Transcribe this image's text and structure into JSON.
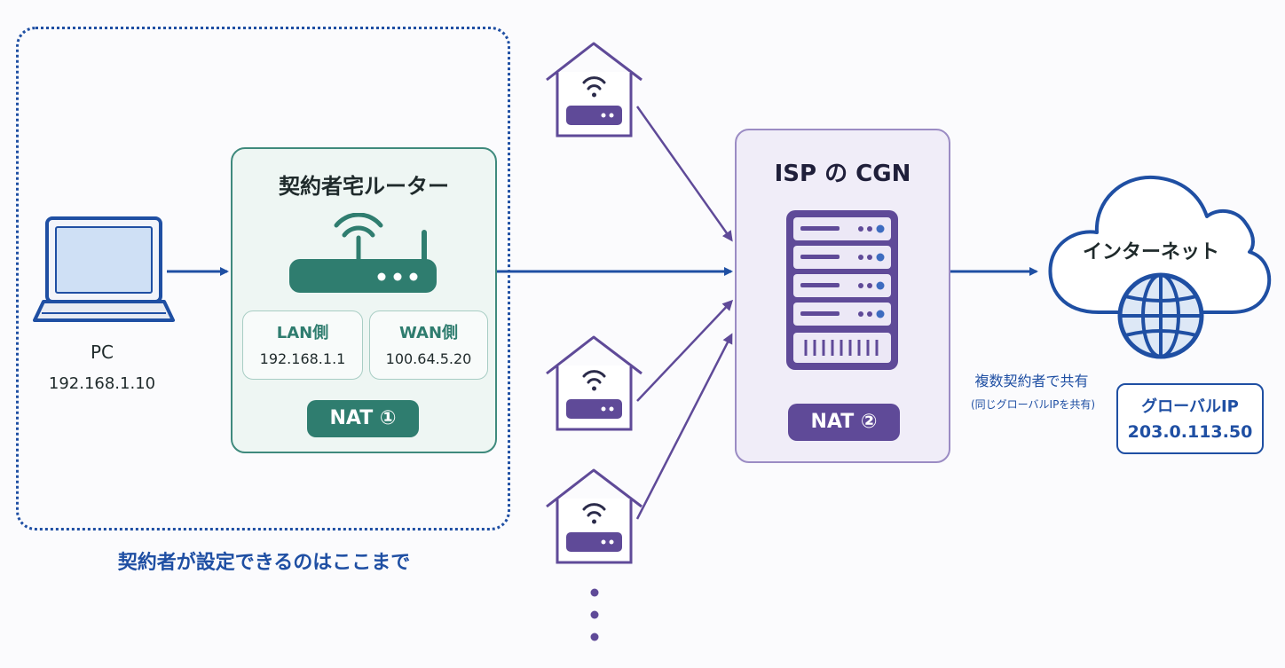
{
  "zone": {
    "label": "契約者が設定できるのはここまで"
  },
  "pc": {
    "label": "PC",
    "ip": "192.168.1.10"
  },
  "router": {
    "title": "契約者宅ルーター",
    "lan": {
      "title": "LAN側",
      "ip": "192.168.1.1"
    },
    "wan": {
      "title": "WAN側",
      "ip": "100.64.5.20"
    },
    "nat": "NAT ①"
  },
  "cgn": {
    "title": "ISP の CGN",
    "nat": "NAT ②"
  },
  "shared": {
    "main": "複数契約者で共有",
    "sub": "(同じグローバルIPを共有)"
  },
  "global": {
    "title": "グローバルIP",
    "ip": "203.0.113.50"
  },
  "internet": {
    "label": "インターネット"
  },
  "colors": {
    "blue": "#1f4fa3",
    "teal": "#2f7d6f",
    "purple": "#5f4a98",
    "lavender": "#9b8cc4"
  }
}
